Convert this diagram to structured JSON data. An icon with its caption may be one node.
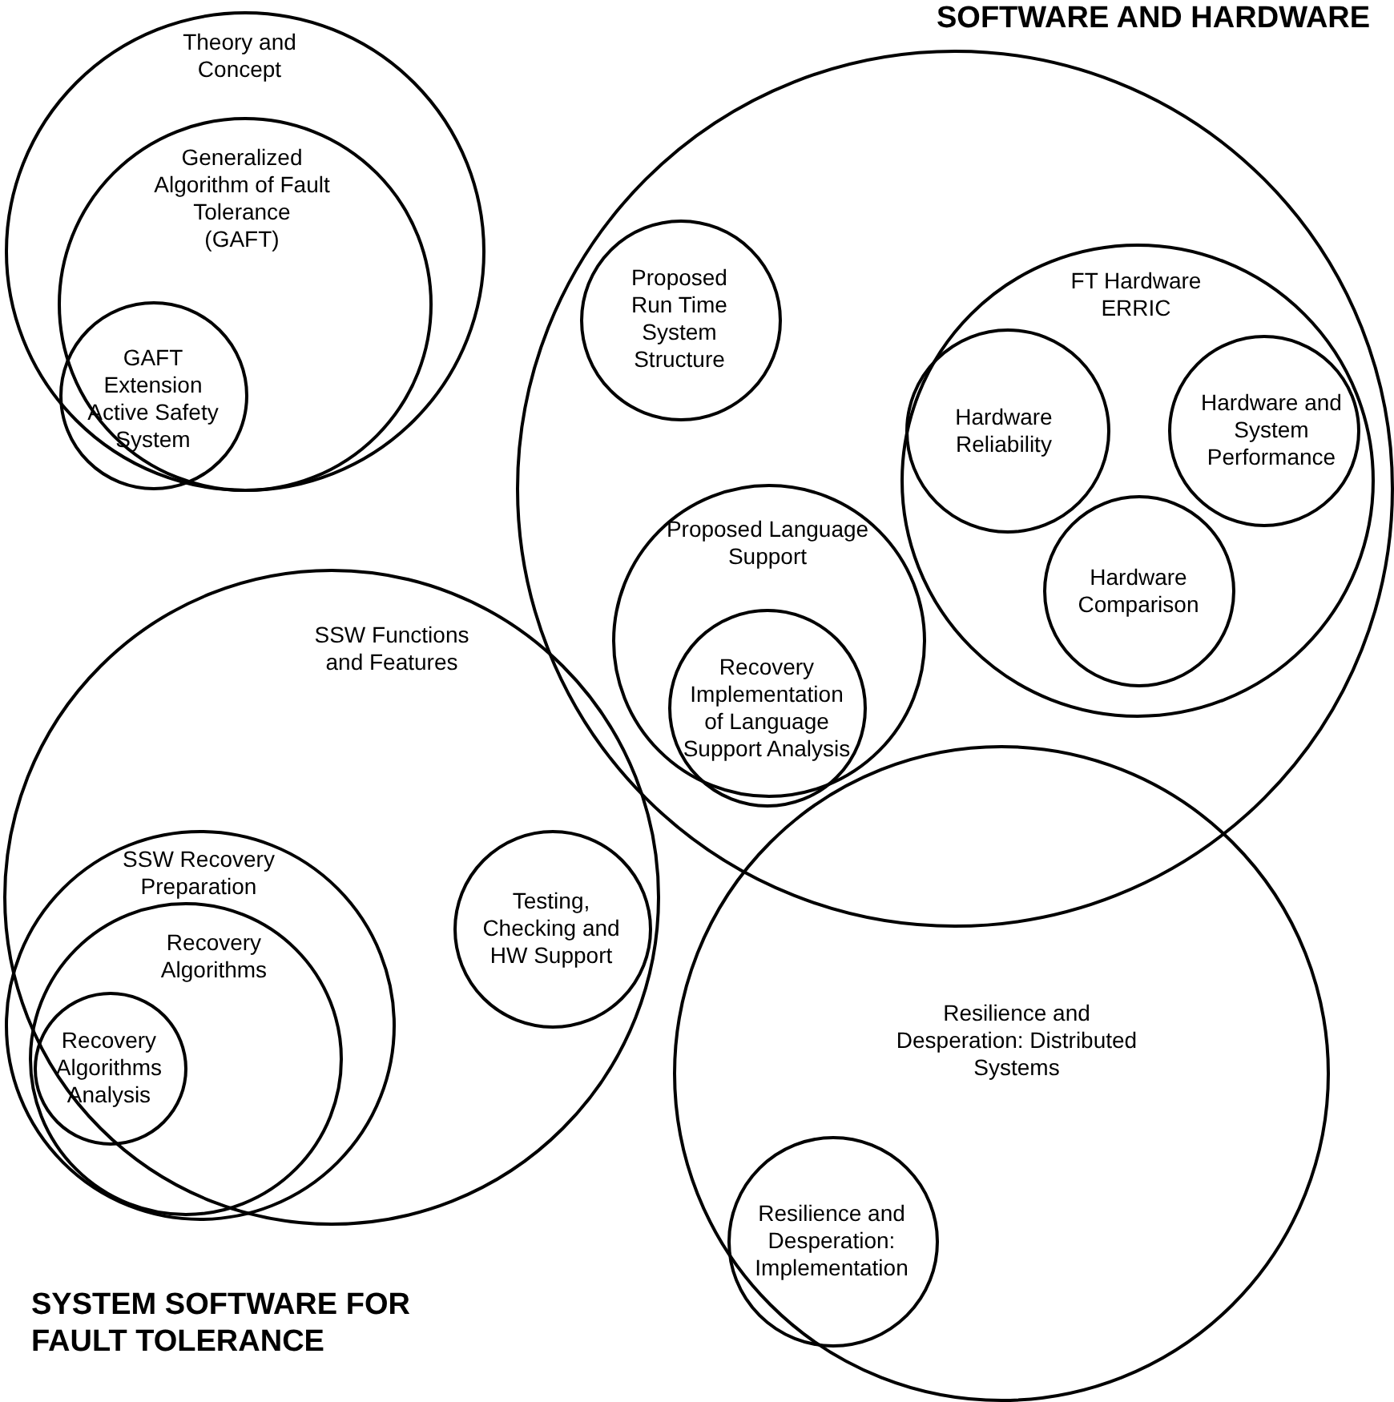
{
  "diagram": {
    "nodes": [
      {
        "text": [
          "Theory and Concept"
        ]
      },
      {
        "text": [
          "Generalized Algorithm of Fault Tolerance (GAFT)"
        ],
        "in": 0
      },
      {
        "text": [
          "GAFT Extension Active Safety System"
        ],
        "in": 1
      },
      {
        "text": [
          "SOFTWARE AND HARDWARE"
        ]
      },
      {
        "text": [
          "Proposed Run Time System Structure"
        ],
        "in": 3
      },
      {
        "text": [
          "FT Hardware ERRIC"
        ],
        "in": 3
      },
      {
        "text": [
          "Hardware Reliability"
        ],
        "in": 5
      },
      {
        "text": [
          "Hardware and System Performance"
        ],
        "in": 5
      },
      {
        "text": [
          "Hardware Comparison"
        ],
        "in": 5
      },
      {
        "text": [
          "Proposed Language Support"
        ],
        "in": 3
      },
      {
        "text": [
          "Recovery Implementation of Language Support Analysis"
        ],
        "in": 9
      },
      {
        "text": [
          "SSW Functions and Features",
          "SYSTEM SOFTWARE FOR FAULT TOLERANCE"
        ]
      },
      {
        "text": [
          "SSW Recovery Preparation"
        ],
        "in": 11
      },
      {
        "text": [
          "Recovery Algorithms"
        ],
        "in": 12
      },
      {
        "text": [
          "Recovery Algorithms Analysis"
        ],
        "in": 13
      },
      {
        "text": [
          "Testing, Checking and HW Support"
        ],
        "in": 11
      },
      {
        "text": [
          "Resilience and Desperation: Distributed Systems"
        ]
      },
      {
        "text": [
          "Resilience and Desperation: Implementation"
        ],
        "in": 16
      }
    ]
  }
}
